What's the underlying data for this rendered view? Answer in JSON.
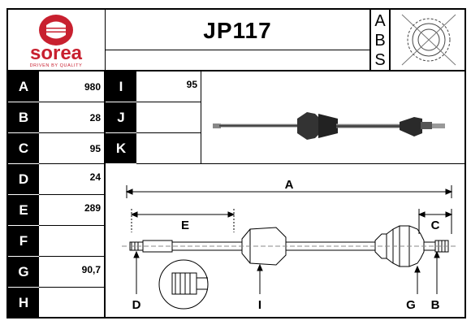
{
  "header": {
    "brand": "sorea",
    "brand_tagline": "DRIVEN BY QUALITY",
    "part_number": "JP117",
    "side_letters": [
      "A",
      "B",
      "S"
    ]
  },
  "specs_left": [
    {
      "label": "A",
      "value": "980"
    },
    {
      "label": "B",
      "value": "28"
    },
    {
      "label": "C",
      "value": "95"
    },
    {
      "label": "D",
      "value": "24"
    },
    {
      "label": "E",
      "value": "289"
    },
    {
      "label": "F",
      "value": ""
    },
    {
      "label": "G",
      "value": "90,7"
    },
    {
      "label": "H",
      "value": ""
    }
  ],
  "specs_right": [
    {
      "label": "I",
      "value": "95"
    },
    {
      "label": "J",
      "value": ""
    },
    {
      "label": "K",
      "value": ""
    }
  ],
  "drawing_labels": {
    "a": "A",
    "c": "C",
    "e": "E",
    "d": "D",
    "i": "I",
    "g": "G",
    "b": "B"
  },
  "colors": {
    "brand_red": "#c8202f"
  }
}
